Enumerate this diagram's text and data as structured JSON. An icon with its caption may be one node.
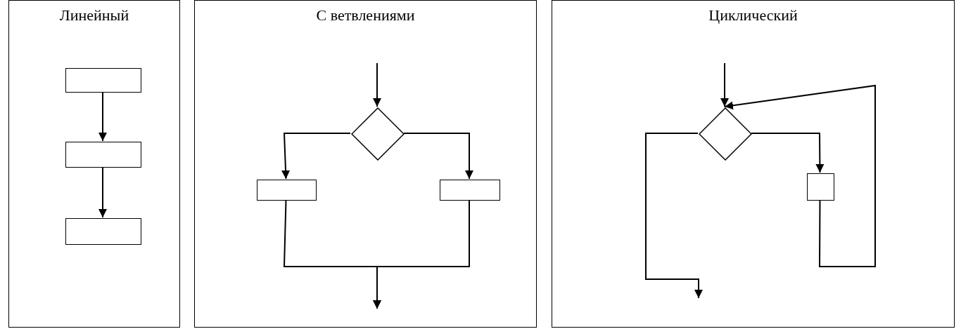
{
  "diagram": {
    "nodes": [
      {
        "text": [
          "Линейный"
        ]
      },
      {
        "text": [],
        "shape": "box",
        "in": 0
      },
      {
        "text": [],
        "shape": "box",
        "in": 0
      },
      {
        "text": [],
        "shape": "box",
        "in": 0
      },
      {
        "text": [
          "С ветвлениями"
        ]
      },
      {
        "text": [],
        "shape": "diamond",
        "in": 4
      },
      {
        "text": [],
        "shape": "box",
        "in": 4
      },
      {
        "text": [],
        "shape": "box",
        "in": 4
      },
      {
        "text": [
          "Циклический"
        ]
      },
      {
        "text": [],
        "shape": "diamond",
        "in": 8
      },
      {
        "text": [],
        "shape": "box",
        "in": 8
      }
    ],
    "edges": [
      {
        "from": 1,
        "to": 2,
        "arrow": "to"
      },
      {
        "from": 2,
        "to": 3,
        "arrow": "to"
      },
      {
        "from": null,
        "to": 5,
        "arrow": "to"
      },
      {
        "from": 5,
        "to": 6,
        "arrow": "to"
      },
      {
        "from": 5,
        "to": 7,
        "arrow": "to"
      },
      {
        "from": 6,
        "to": null,
        "arrow": "to"
      },
      {
        "from": 7,
        "to": null,
        "arrow": "to"
      },
      {
        "from": null,
        "to": 9,
        "arrow": "to"
      },
      {
        "from": 9,
        "to": 10,
        "arrow": "to"
      },
      {
        "from": 10,
        "to": 9,
        "arrow": "to"
      },
      {
        "from": 9,
        "to": null,
        "arrow": "to"
      }
    ]
  }
}
